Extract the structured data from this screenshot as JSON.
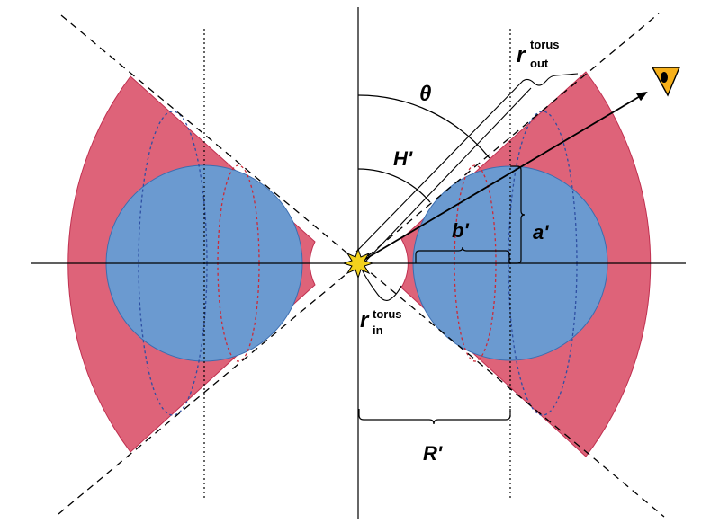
{
  "labels": {
    "theta": "θ",
    "h_prime": "H'",
    "b_prime": "b'",
    "a_prime": "a'",
    "r_prime": "R'",
    "r_out_main": "r",
    "r_out_sup": "torus",
    "r_out_sub": "out",
    "r_in_main": "r",
    "r_in_sup": "torus",
    "r_in_sub": "in"
  },
  "colors": {
    "torus_region": "#de6379",
    "torus_cross_section": "#6b9ad0",
    "source_star": "#f3d21d",
    "inner_ellipse": "#cc2936",
    "outer_ellipse": "#2e4fa3",
    "eye": "#f6b01a"
  },
  "icons": {
    "source": "star-burst-icon",
    "observer": "eye-icon"
  }
}
